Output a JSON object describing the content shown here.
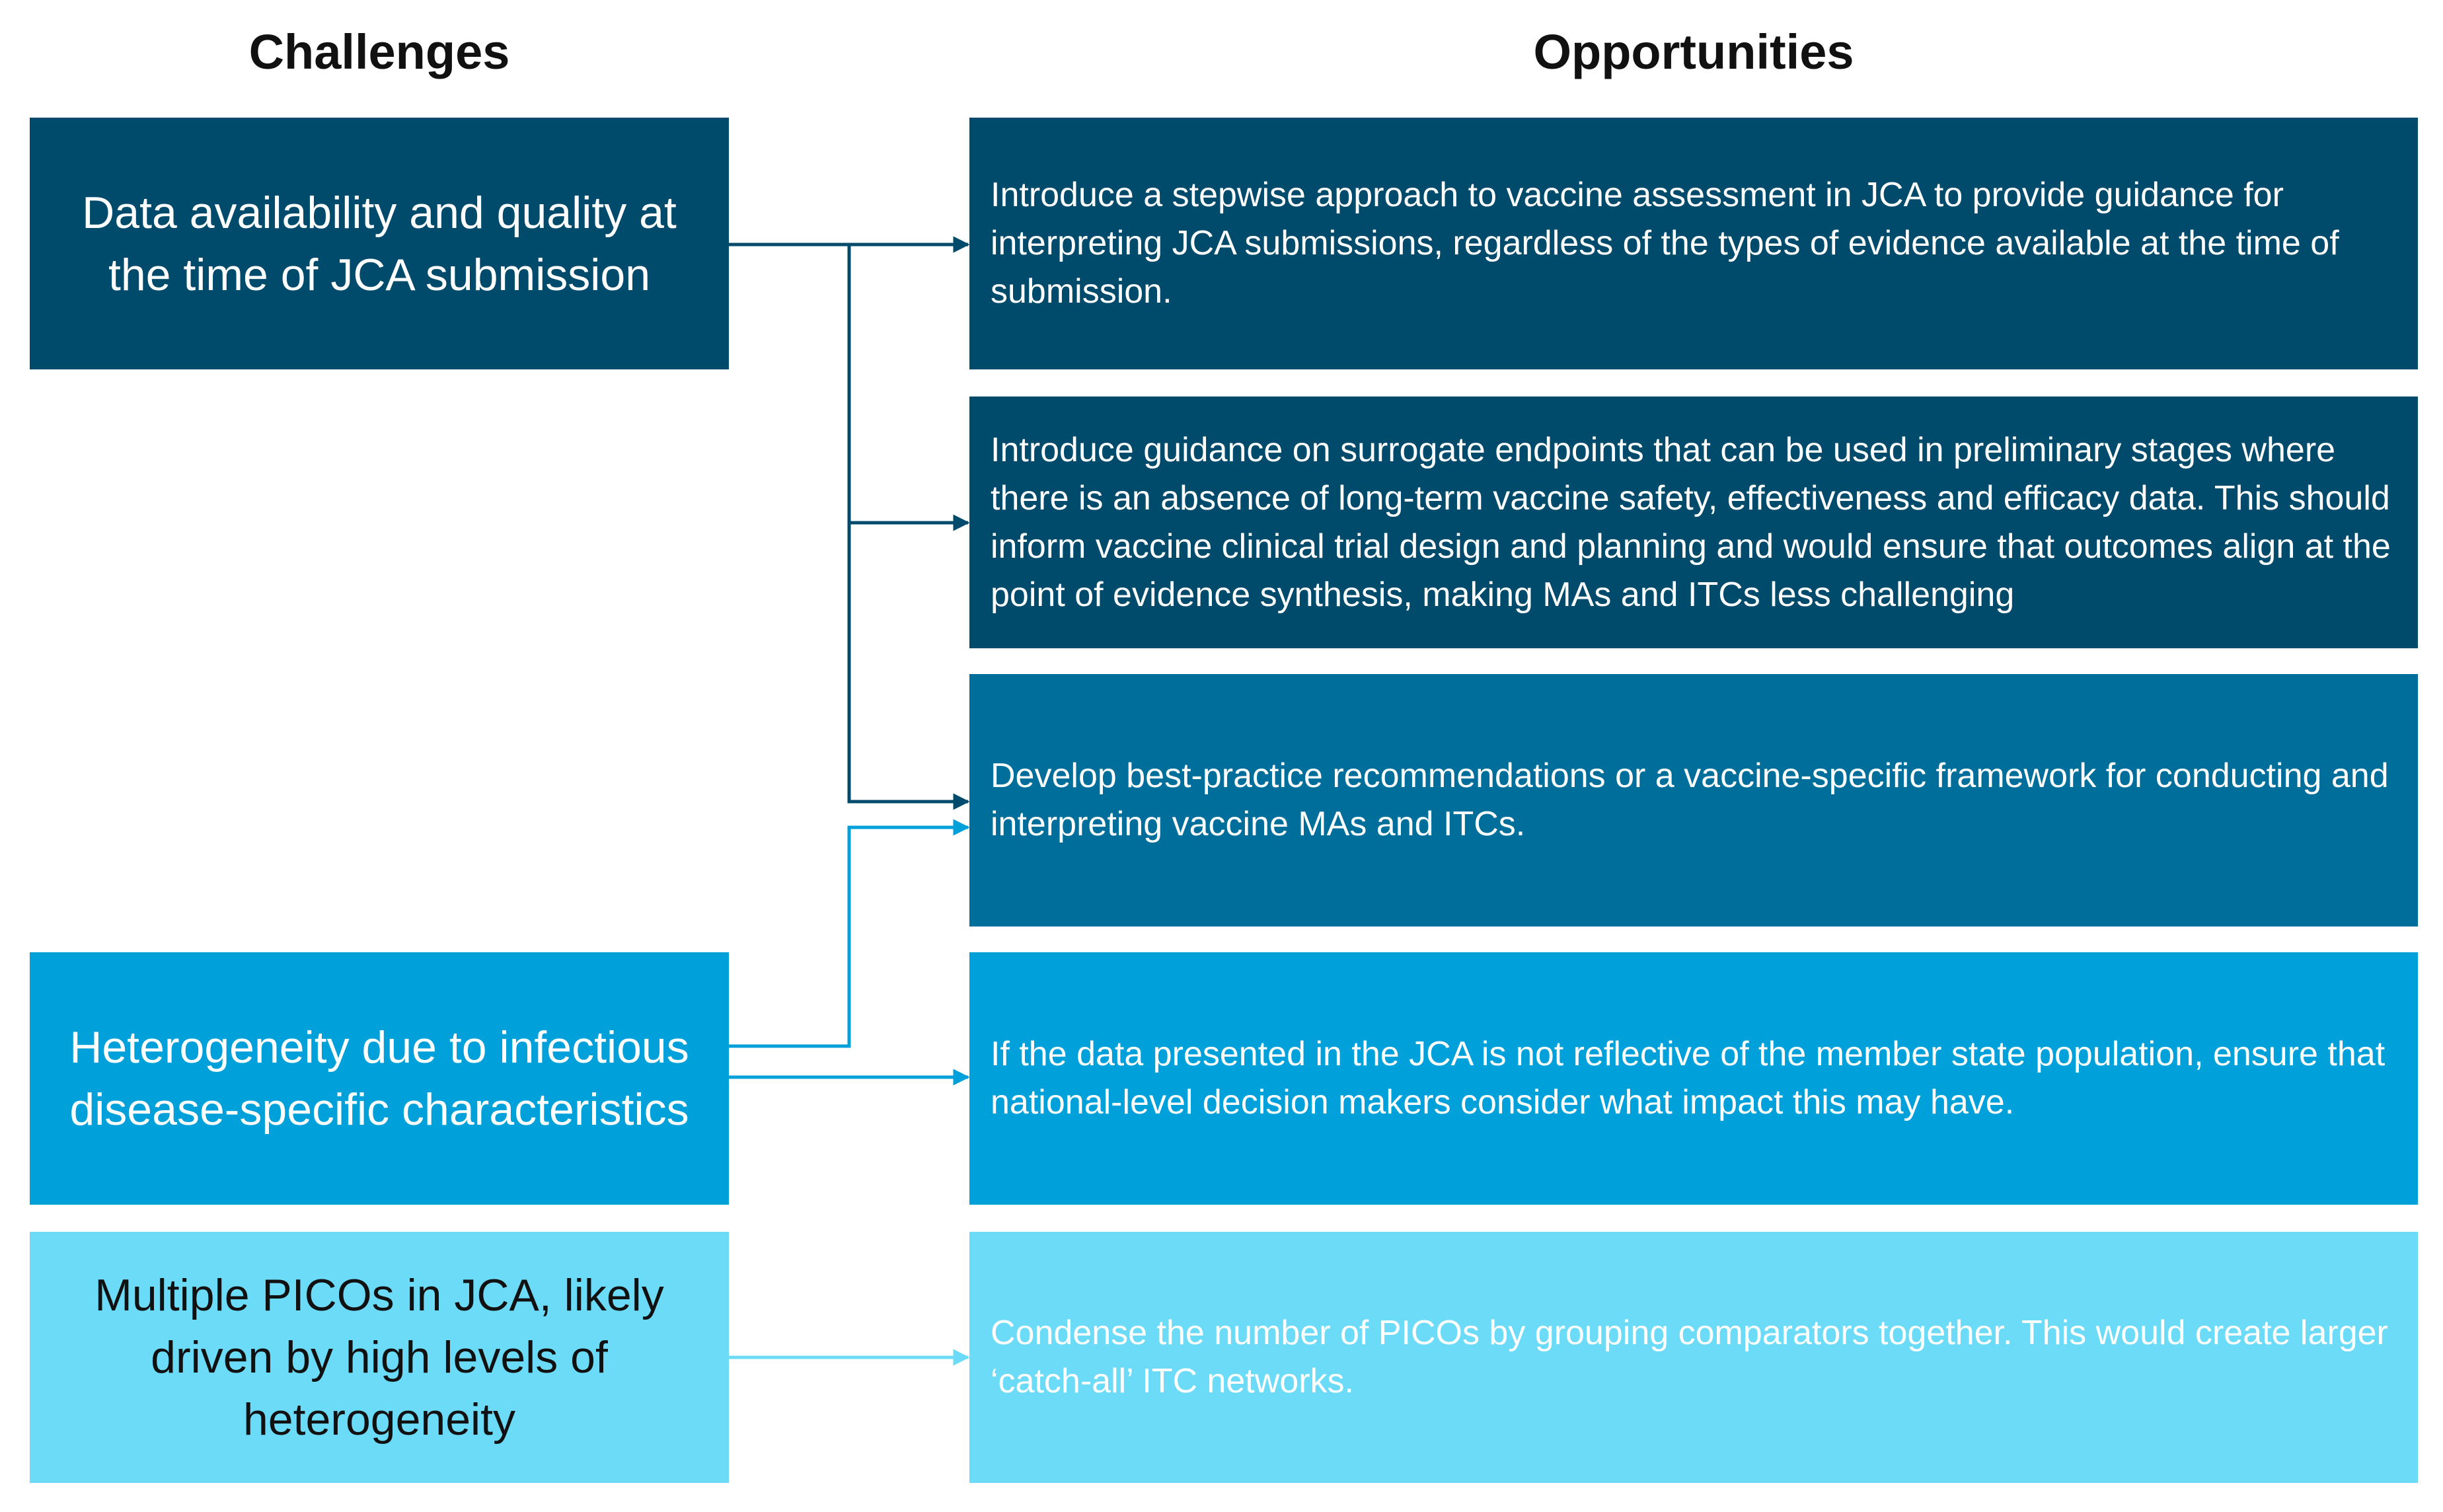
{
  "headings": {
    "challenges": "Challenges",
    "opportunities": "Opportunities"
  },
  "challenges": [
    {
      "text": "Data availability and quality at the time of JCA submission"
    },
    {
      "text": "Heterogeneity due to infectious disease-specific characteristics"
    },
    {
      "text": "Multiple PICOs in JCA, likely driven by high levels of heterogeneity"
    }
  ],
  "opportunities": [
    {
      "text": "Introduce a stepwise approach to vaccine assessment in JCA to provide guidance for interpreting JCA submissions, regardless of the types of evidence available at the time of submission."
    },
    {
      "text": "Introduce guidance on surrogate endpoints that can be used in preliminary stages where there is an absence of long-term vaccine safety, effectiveness and efficacy data. This should inform vaccine clinical trial design and planning and would ensure that outcomes align at the point of evidence synthesis, making MAs and ITCs less challenging"
    },
    {
      "text": "Develop best-practice recommendations or a vaccine-specific framework for conducting and interpreting vaccine MAs and ITCs."
    },
    {
      "text": "If the data presented in the JCA is not reflective of the member state population, ensure that national-level decision makers consider what impact this may have."
    },
    {
      "text": "Condense the number of PICOs by grouping comparators together. This would create larger ‘catch-all’ ITC networks."
    }
  ],
  "colors": {
    "dark_navy": "#004b6b",
    "teal_blue": "#006e9a",
    "bright_blue": "#00a0da",
    "light_cyan": "#6cdbf7"
  }
}
